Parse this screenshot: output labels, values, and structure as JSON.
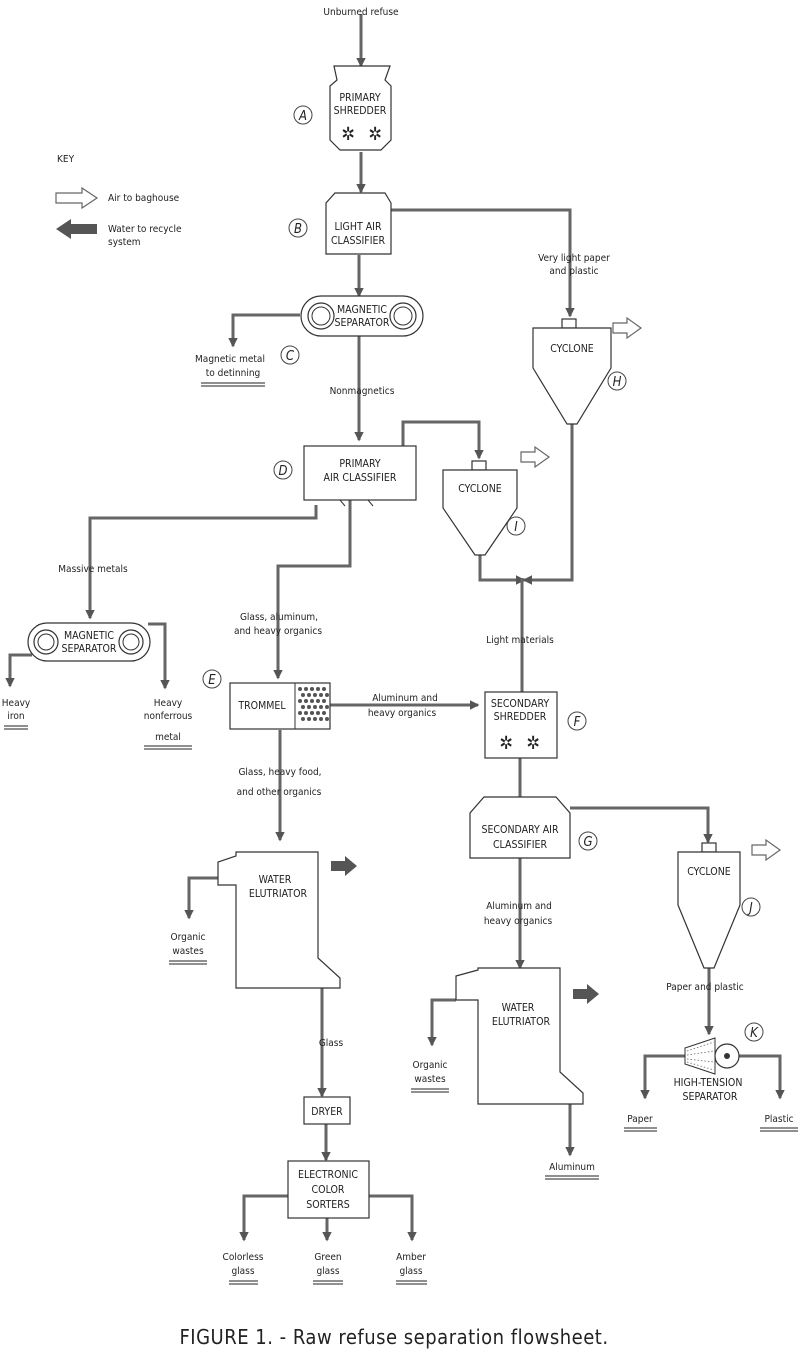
{
  "figure": {
    "caption": "FIGURE 1. - Raw refuse separation flowsheet.",
    "input_label": "Unburned refuse"
  },
  "key": {
    "title": "KEY",
    "air_label": "Air to baghouse",
    "water_label_1": "Water to recycle",
    "water_label_2": "system"
  },
  "units": {
    "A": {
      "letter": "A",
      "line1": "PRIMARY",
      "line2": "SHREDDER"
    },
    "B": {
      "letter": "B",
      "line1": "LIGHT AIR",
      "line2": "CLASSIFIER"
    },
    "mag1": {
      "line1": "MAGNETIC",
      "line2": "SEPARATOR"
    },
    "C": {
      "letter": "C"
    },
    "D": {
      "letter": "D",
      "line1": "PRIMARY",
      "line2": "AIR CLASSIFIER"
    },
    "mag2": {
      "line1": "MAGNETIC",
      "line2": "SEPARATOR"
    },
    "E": {
      "letter": "E",
      "name": "TROMMEL"
    },
    "F": {
      "letter": "F",
      "line1": "SECONDARY",
      "line2": "SHREDDER"
    },
    "G": {
      "letter": "G",
      "line1": "SECONDARY AIR",
      "line2": "CLASSIFIER"
    },
    "H": {
      "letter": "H",
      "name": "CYCLONE"
    },
    "I": {
      "letter": "I",
      "name": "CYCLONE"
    },
    "J": {
      "letter": "J",
      "name": "CYCLONE"
    },
    "K": {
      "letter": "K",
      "line1": "HIGH-TENSION",
      "line2": "SEPARATOR"
    },
    "elut1": {
      "line1": "WATER",
      "line2": "ELUTRIATOR"
    },
    "elut2": {
      "line1": "WATER",
      "line2": "ELUTRIATOR"
    },
    "dryer": {
      "name": "DRYER"
    },
    "sorters": {
      "line1": "ELECTRONIC",
      "line2": "COLOR",
      "line3": "SORTERS"
    }
  },
  "streams": {
    "very_light_1": "Very light paper",
    "very_light_2": "and plastic",
    "magnetic_metal_1": "Magnetic metal",
    "magnetic_metal_2": "to detinning",
    "nonmagnetics": "Nonmagnetics",
    "massive_metals": "Massive metals",
    "glass_al_1": "Glass, aluminum,",
    "glass_al_2": "and heavy organics",
    "light_materials": "Light materials",
    "al_heavy_1": "Aluminum and",
    "al_heavy_2": "heavy organics",
    "heavy_iron_1": "Heavy",
    "heavy_iron_2": "iron",
    "heavy_nonferrous_1": "Heavy",
    "heavy_nonferrous_2": "nonferrous",
    "heavy_nonferrous_3": "metal",
    "glass_food_1": "Glass, heavy food,",
    "glass_food_2": "and other organics",
    "al_heavy_b_1": "Aluminum and",
    "al_heavy_b_2": "heavy organics",
    "paper_plastic": "Paper and plastic",
    "organic_1a": "Organic",
    "organic_1b": "wastes",
    "organic_2a": "Organic",
    "organic_2b": "wastes",
    "glass": "Glass",
    "aluminum": "Aluminum",
    "paper": "Paper",
    "plastic": "Plastic",
    "colorless_1": "Colorless",
    "colorless_2": "glass",
    "green_1": "Green",
    "green_2": "glass",
    "amber_1": "Amber",
    "amber_2": "glass"
  }
}
